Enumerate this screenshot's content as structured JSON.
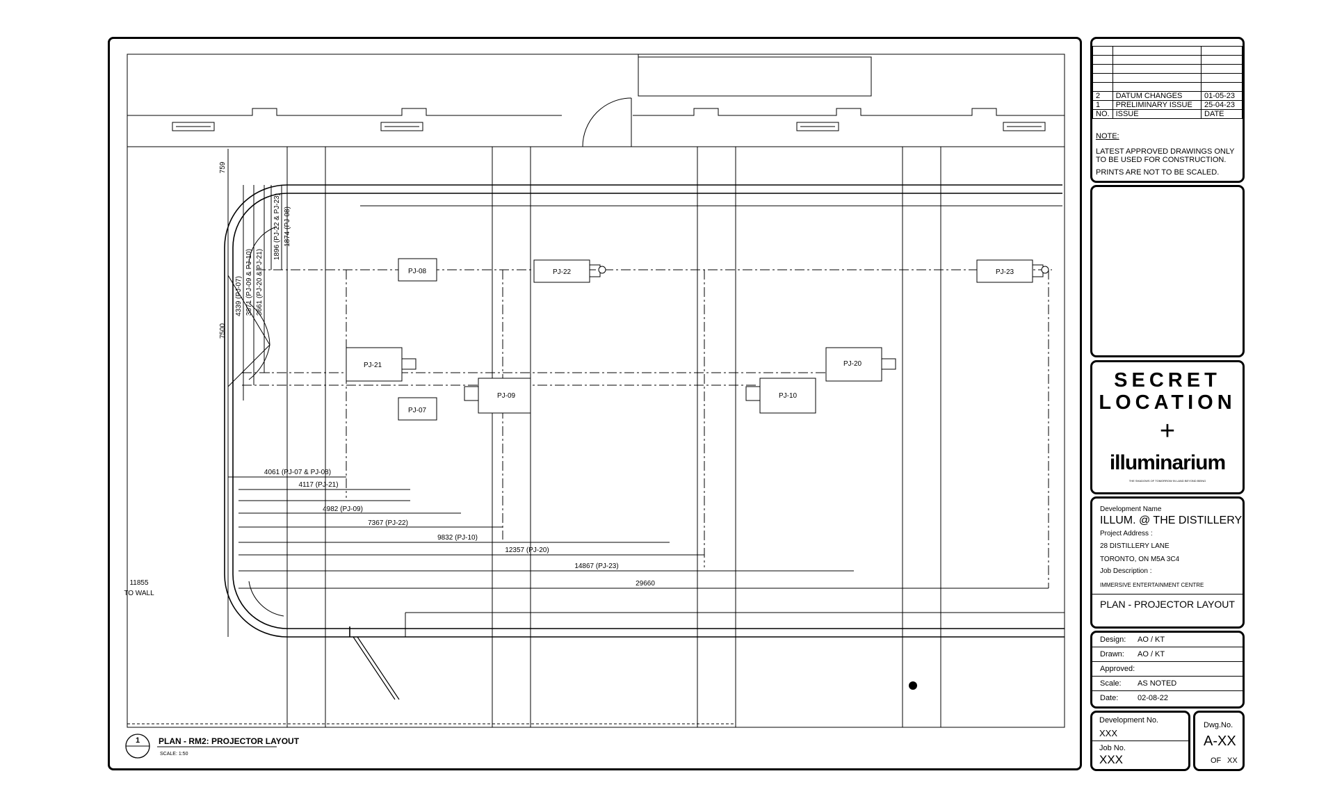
{
  "revisions": {
    "rows": [
      {
        "no": "2",
        "issue": "DATUM CHANGES",
        "date": "01-05-23"
      },
      {
        "no": "1",
        "issue": "PRELIMINARY ISSUE",
        "date": "25-04-23"
      }
    ],
    "header": {
      "no": "NO.",
      "issue": "ISSUE",
      "date": "DATE"
    }
  },
  "notes": {
    "label": "NOTE:",
    "line1": "LATEST APPROVED DRAWINGS ONLY",
    "line2": "TO BE USED FOR CONSTRUCTION.",
    "line3": "PRINTS ARE NOT TO BE SCALED."
  },
  "logo": {
    "line1": "SECRET",
    "line2": "LOCATION",
    "plus": "+",
    "brand": "illuminarium",
    "tagline": "THE SHADOWS OF TOMORROW IN LAND BEYOND BEING"
  },
  "development": {
    "name_label": "Development Name",
    "name": "ILLUM. @ THE DISTILLERY",
    "address_label": "Project Address :",
    "address1": "28 DISTILLERY LANE",
    "address2": "TORONTO, ON M5A 3C4",
    "job_desc_label": "Job Description :",
    "job_desc": "IMMERSIVE ENTERTAINMENT CENTRE",
    "sheet_title": "PLAN - PROJECTOR LAYOUT"
  },
  "credits": [
    {
      "label": "Design:",
      "value": "AO / KT"
    },
    {
      "label": "Drawn:",
      "value": "AO / KT"
    },
    {
      "label": "Approved:",
      "value": ""
    },
    {
      "label": "Scale:",
      "value": "AS NOTED"
    },
    {
      "label": "Date:",
      "value": "02-08-22"
    }
  ],
  "numbers": {
    "dev_no_label": "Development No.",
    "dev_no": "XXX",
    "job_no_label": "Job No.",
    "job_no": "XXX",
    "dwg_label": "Dwg.No.",
    "dwg_no": "A-XX",
    "of_label": "OF",
    "of_value": "XX"
  },
  "plan_title": {
    "number": "1",
    "title": "PLAN - RM2: PROJECTOR LAYOUT",
    "scale": "SCALE: 1:50"
  },
  "projectors": [
    {
      "id": "PJ-08"
    },
    {
      "id": "PJ-22"
    },
    {
      "id": "PJ-23"
    },
    {
      "id": "PJ-21"
    },
    {
      "id": "PJ-20"
    },
    {
      "id": "PJ-09"
    },
    {
      "id": "PJ-10"
    },
    {
      "id": "PJ-07"
    }
  ],
  "dimensions": {
    "vertical": [
      "759",
      "7500",
      "4339 (PJ-07)",
      "3871 (PJ-09 & PJ-10)",
      "3661 (PJ-20 & PJ-21)",
      "1896 (PJ-22 & PJ-23)",
      "1874 (PJ-08)"
    ],
    "horizontal": [
      "4061 (PJ-07 & PJ-08)",
      "4117 (PJ-21)",
      "4982 (PJ-09)",
      "7367 (PJ-22)",
      "9832 (PJ-10)",
      "12357 (PJ-20)",
      "14867 (PJ-23)",
      "29660"
    ],
    "to_wall_value": "11855",
    "to_wall_label": "TO WALL"
  }
}
